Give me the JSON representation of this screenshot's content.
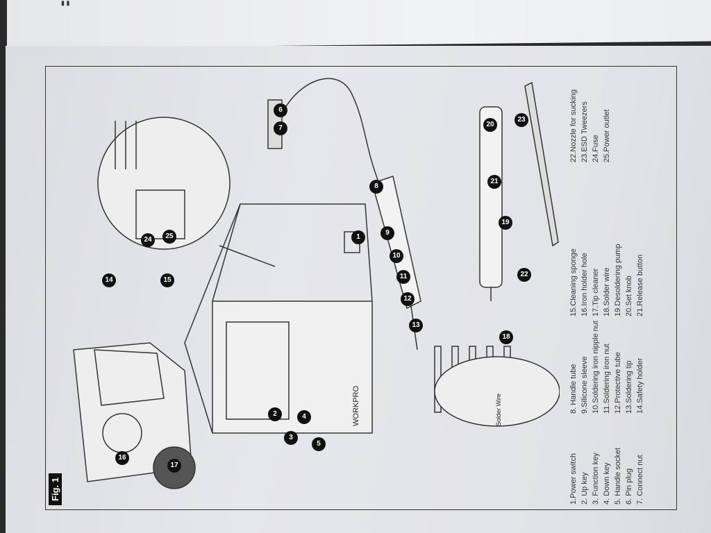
{
  "figure_label": "Fig. 1",
  "brand": "WORKPRO",
  "solder_wire_label": "Solder Wire",
  "callouts": [
    "1",
    "2",
    "3",
    "4",
    "5",
    "6",
    "7",
    "8",
    "9",
    "10",
    "11",
    "12",
    "13",
    "14",
    "15",
    "16",
    "17",
    "18",
    "19",
    "20",
    "21",
    "22",
    "23",
    "24",
    "25"
  ],
  "legend": {
    "col1": [
      "1.Power switch",
      "2. Up key",
      "3. Function key",
      "4. Down key",
      "5. Handle socket",
      "6. Pin plug",
      "7. Connect nut"
    ],
    "col2": [
      "8. Handle tube",
      "9.Silicone sleeve",
      "10.Soldering iron nipple nut",
      "11.Soldering iron nut",
      "12.Protective tube",
      "13.Soldering tip",
      "14.Safety holder"
    ],
    "col3": [
      "15.Cleaning sponge",
      "16.Iron holder hole",
      "17.Tip cleaner",
      "18.Solder wire",
      "19.Desoldering pump",
      "20.Set knob",
      "21.Release button"
    ],
    "col4": [
      "22.Nozzle for sucking",
      "23.ESD Tweezers",
      "24.Fuse",
      "25.Power outlet"
    ]
  }
}
